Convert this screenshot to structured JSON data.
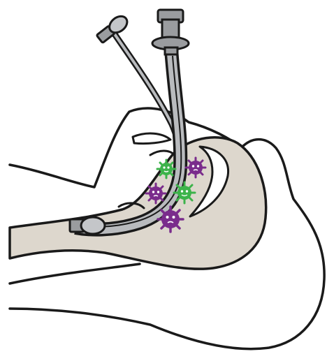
{
  "illustration": {
    "subject": "endotracheal-tube-airway",
    "colors": {
      "outline": "#1a1a1a",
      "background": "#ffffff",
      "tissue": "#ddd7cd",
      "tube": "#b9bbbe",
      "tube_dark": "#9a9c9f",
      "cuff": "#c4c6c9",
      "germ_green": "#3cb34a",
      "germ_purple": "#7a2c8c",
      "germ_face": "#ffffff"
    },
    "icons": [
      "tube-connector-icon",
      "pilot-balloon-icon",
      "inflated-cuff-icon",
      "green-germ-icon",
      "purple-germ-icon"
    ],
    "germs": [
      {
        "color": "green"
      },
      {
        "color": "purple"
      },
      {
        "color": "purple"
      },
      {
        "color": "green"
      },
      {
        "color": "purple"
      }
    ]
  }
}
